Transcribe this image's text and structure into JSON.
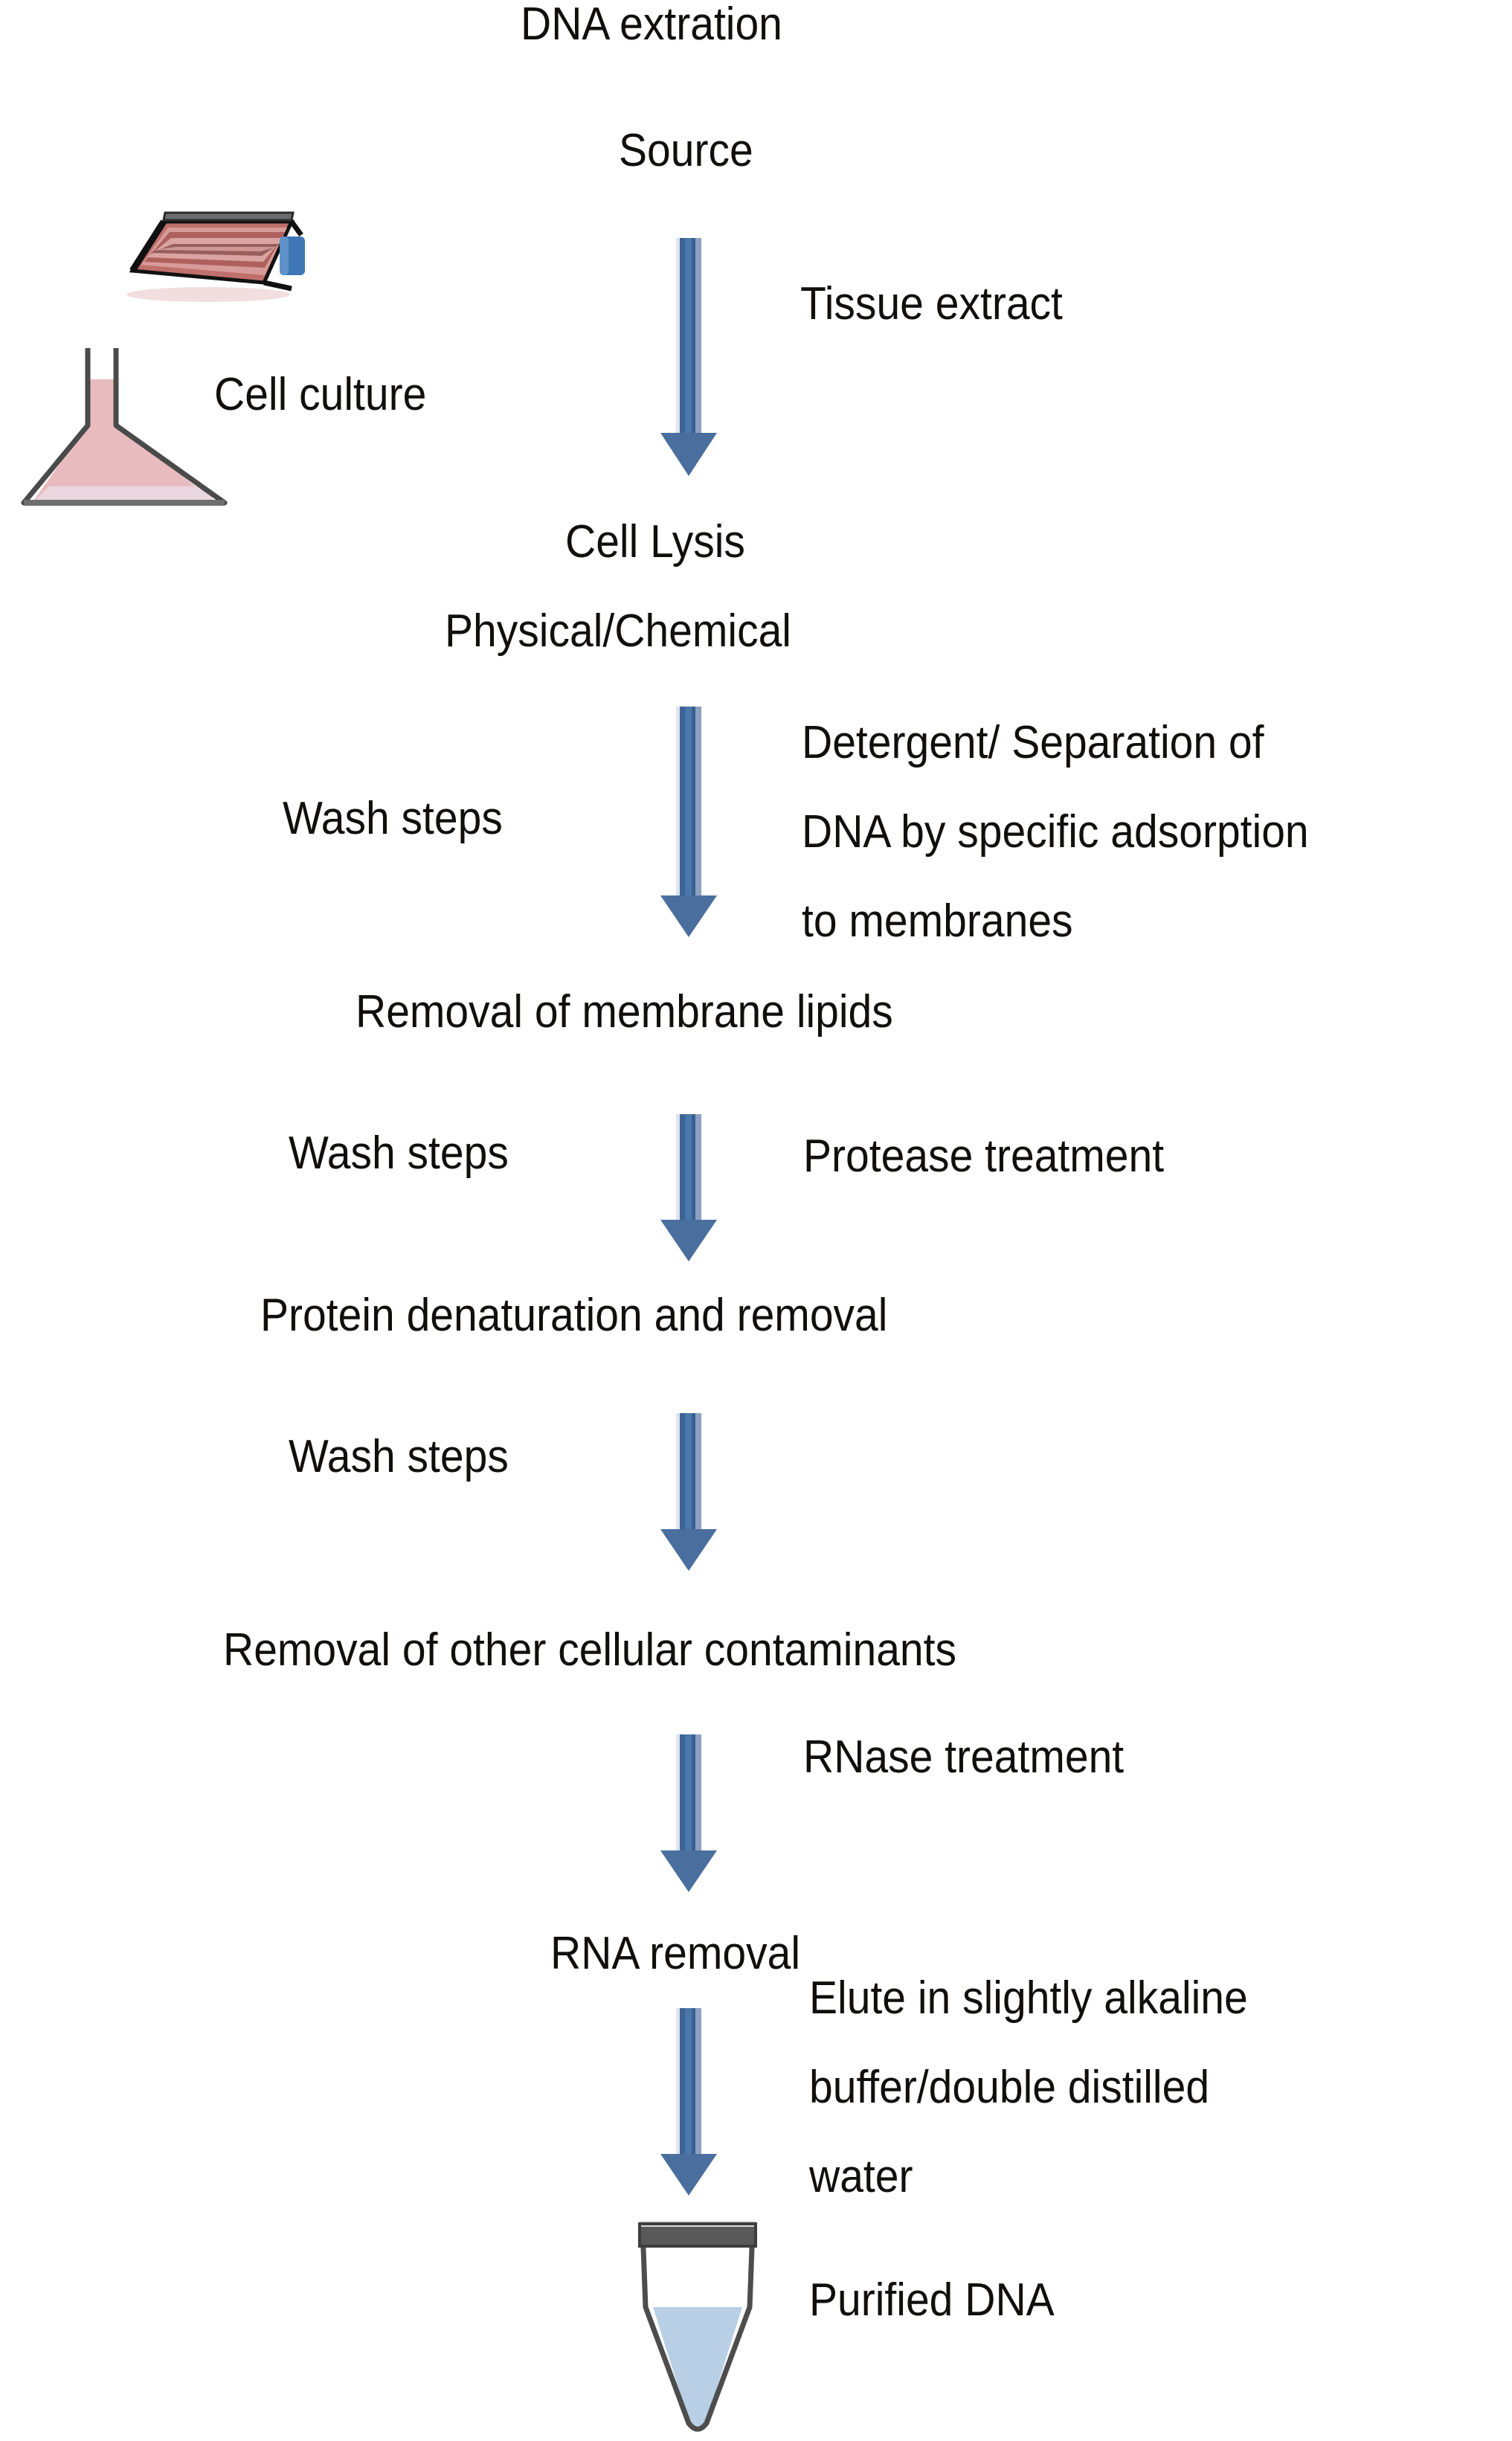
{
  "title": "DNA extration",
  "colors": {
    "arrow_dark_blue": "#3a5f8e",
    "arrow_mid_blue": "#4a78ad",
    "arrow_light_blue": "#8ca1c2",
    "arrow_edge": "#dfe5ee",
    "flask_dark_red": "#8e2f2c",
    "flask_mid_red": "#b04a46",
    "flask_light_red": "#d9a0a0",
    "flask_cap_blue": "#3f76b5",
    "media_pink": "#e8bcbe",
    "tube_liquid_blue": "#b8cfe6",
    "tube_cap_gray": "#595959",
    "text_black": "#100f0d"
  },
  "steps": [
    {
      "id": "source",
      "label": "Source"
    },
    {
      "id": "cell_lysis",
      "label": "Cell Lysis"
    },
    {
      "id": "phys_chem",
      "label": "Physical/Chemical"
    },
    {
      "id": "lipid_removal",
      "label": "Removal of membrane lipids"
    },
    {
      "id": "protein_removal",
      "label": "Protein denaturation and removal"
    },
    {
      "id": "contaminants",
      "label": "Removal of other cellular contaminants"
    },
    {
      "id": "rna_removal",
      "label": "RNA removal"
    }
  ],
  "left_labels": [
    {
      "id": "cell_culture",
      "label": "Cell culture"
    },
    {
      "id": "wash1",
      "label": "Wash steps"
    },
    {
      "id": "wash2",
      "label": "Wash steps"
    },
    {
      "id": "wash3",
      "label": "Wash steps"
    }
  ],
  "right_labels": [
    {
      "id": "tissue_extract",
      "label": "Tissue extract"
    },
    {
      "id": "detergent_l1",
      "label": "Detergent/ Separation of"
    },
    {
      "id": "detergent_l2",
      "label": "DNA by specific adsorption"
    },
    {
      "id": "detergent_l3",
      "label": "to membranes"
    },
    {
      "id": "protease",
      "label": "Protease treatment"
    },
    {
      "id": "rnase",
      "label": "RNase treatment"
    },
    {
      "id": "elute_l1",
      "label": "Elute in slightly alkaline"
    },
    {
      "id": "elute_l2",
      "label": "buffer/double distilled"
    },
    {
      "id": "elute_l3",
      "label": "water"
    },
    {
      "id": "purified_dna",
      "label": "Purified DNA"
    }
  ],
  "icons": {
    "tflask": "cell-culture-flask-icon",
    "erlenmeyer": "erlenmeyer-flask-icon",
    "eppendorf": "eppendorf-tube-icon",
    "arrow": "down-arrow-icon"
  },
  "arrows": [
    {
      "id": "arrow-source-to-lysis",
      "from": "Source",
      "to": "Cell Lysis"
    },
    {
      "id": "arrow-lysis-to-lipids",
      "from": "Physical/Chemical",
      "to": "Removal of membrane lipids"
    },
    {
      "id": "arrow-lipids-to-protein",
      "from": "Removal of membrane lipids",
      "to": "Protein denaturation and removal"
    },
    {
      "id": "arrow-protein-to-contaminants",
      "from": "Protein denaturation and removal",
      "to": "Removal of other cellular contaminants"
    },
    {
      "id": "arrow-contaminants-to-rna",
      "from": "Removal of other cellular contaminants",
      "to": "RNA removal"
    },
    {
      "id": "arrow-rna-to-tube",
      "from": "RNA removal",
      "to": "Purified DNA"
    }
  ]
}
